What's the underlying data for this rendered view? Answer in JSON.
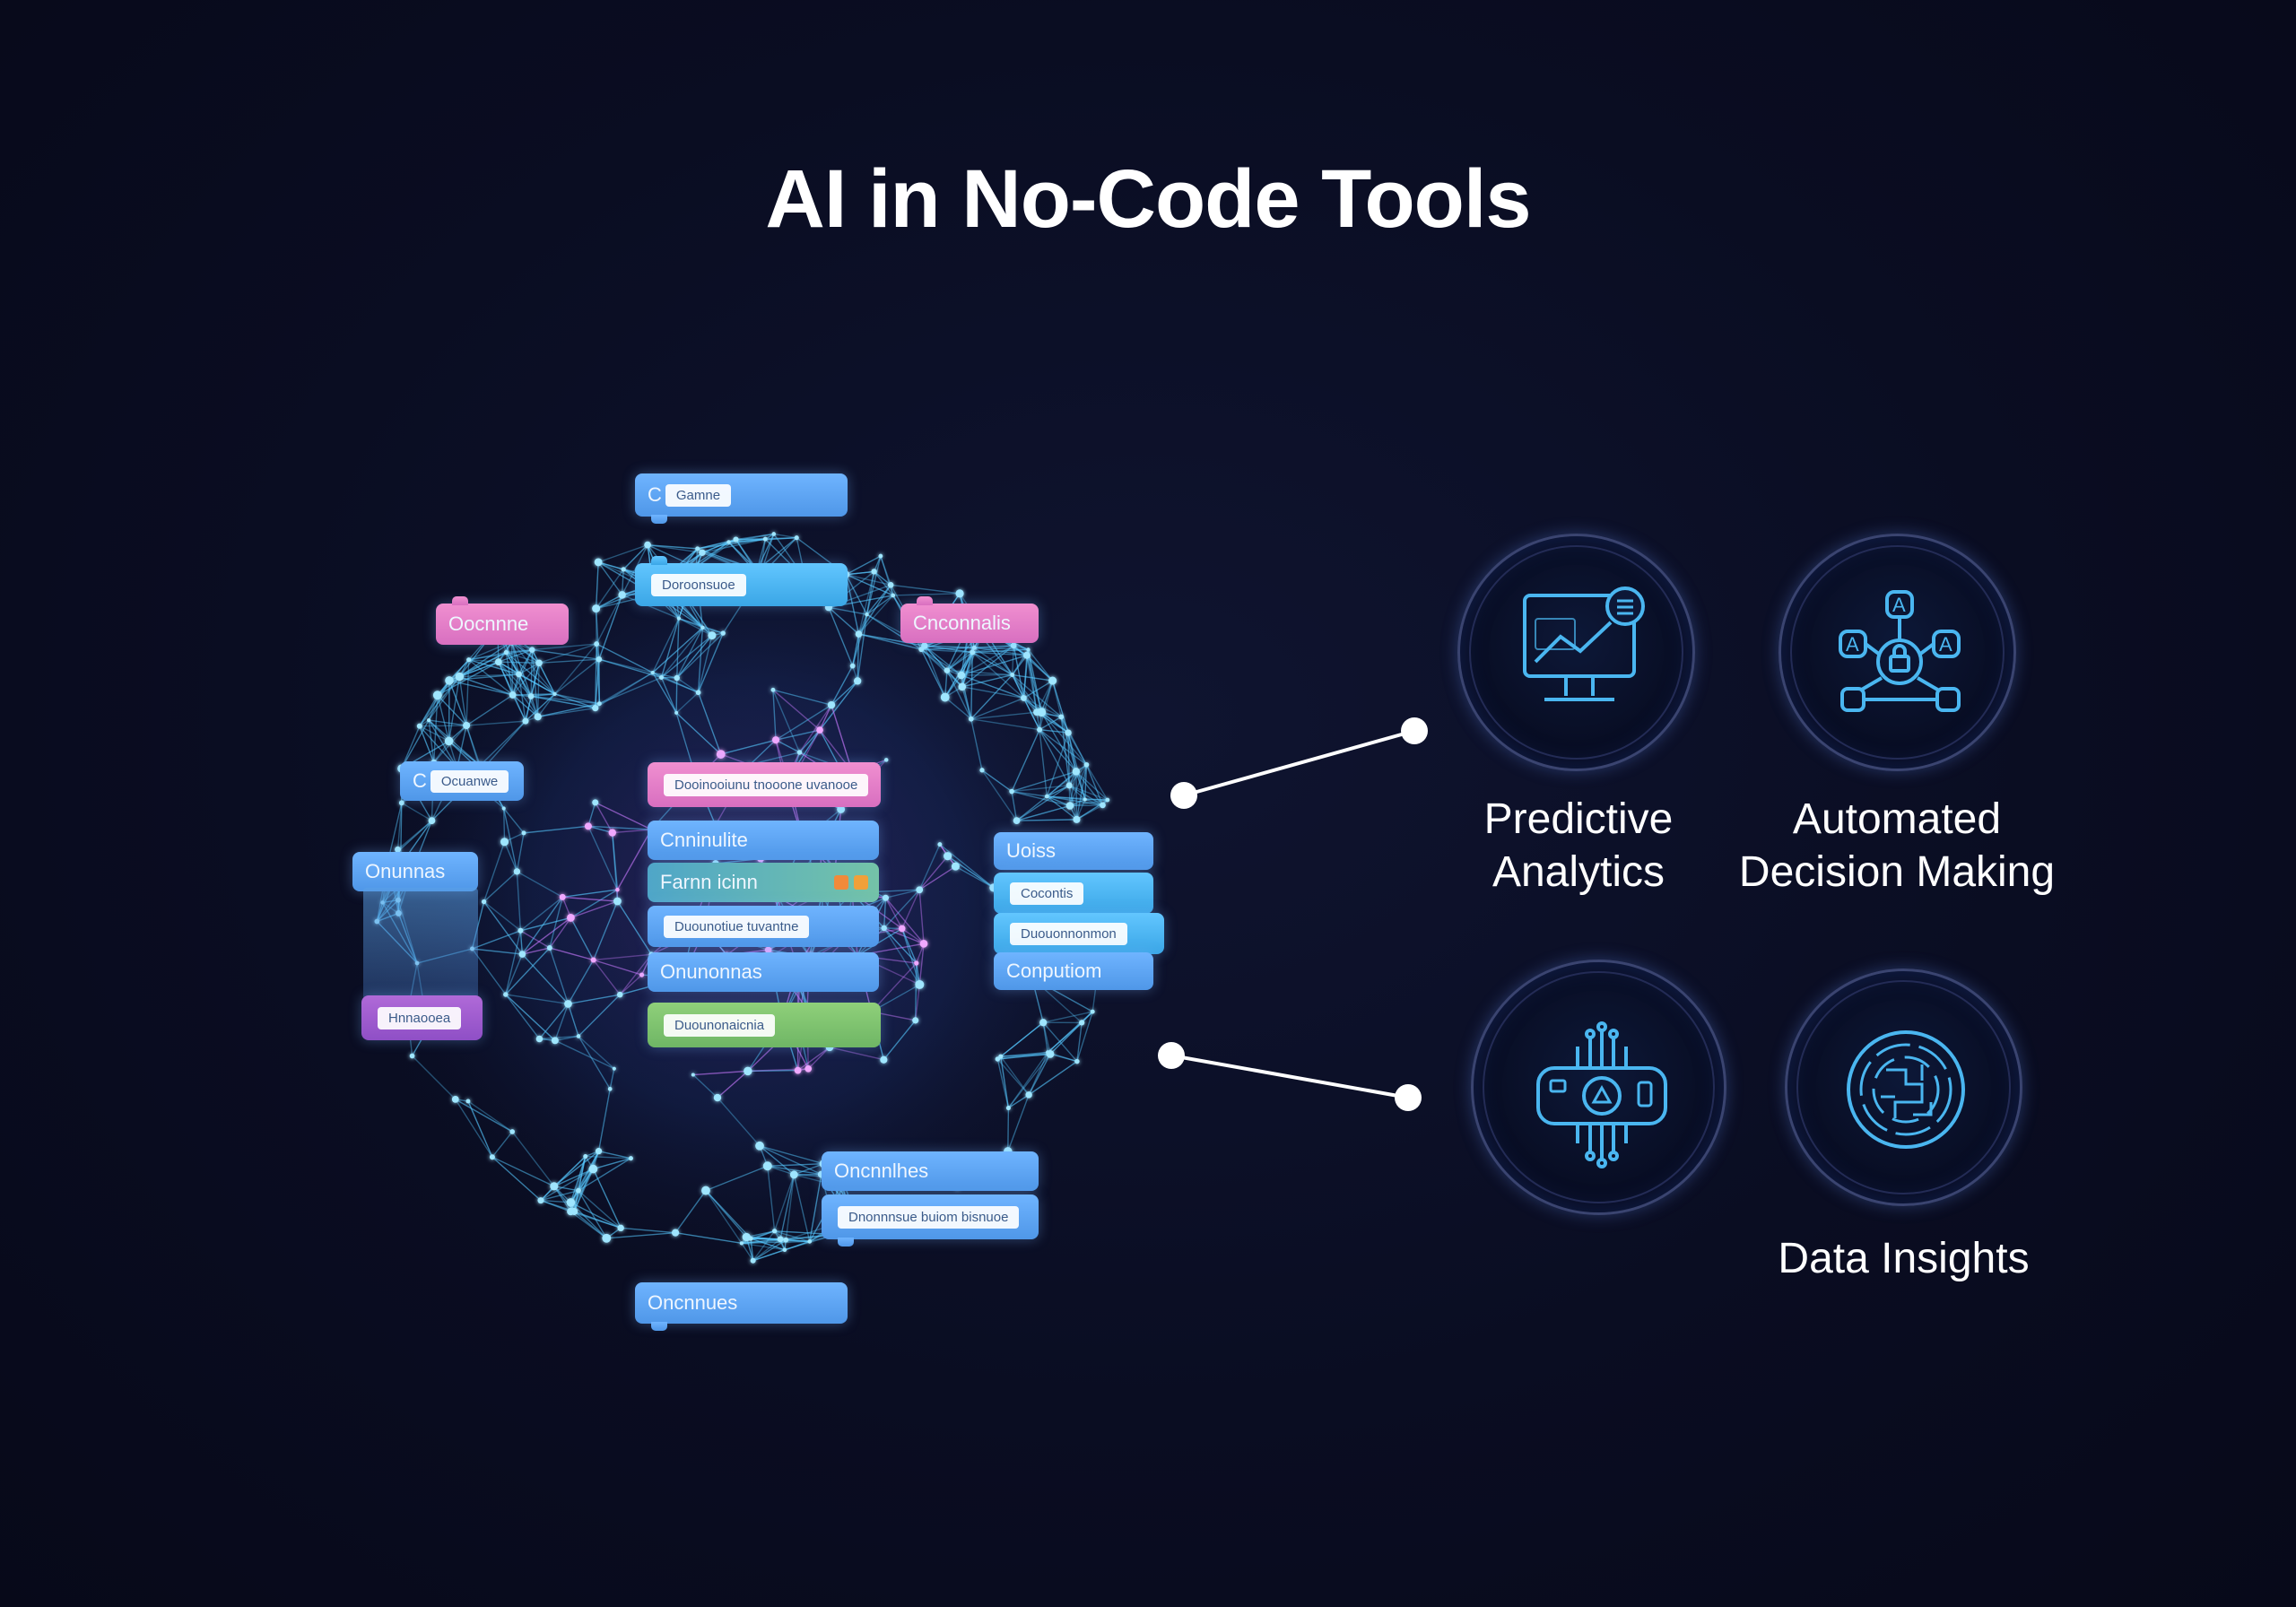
{
  "title": "AI in No-Code Tools",
  "features": {
    "predictive": {
      "line1": "Predictive",
      "line2": "Analytics",
      "icon": "monitor-chart-icon"
    },
    "automated": {
      "line1": "Automated",
      "line2": "Decision Making",
      "icon": "decision-network-icon"
    },
    "insights_icon": "chip-circuit-icon",
    "insights_icon2": "maze-brain-icon",
    "insights": {
      "label": "Data Insights"
    }
  },
  "blocks": {
    "b1": {
      "label": "C",
      "chip": "Gamne"
    },
    "b2": {
      "label": "",
      "chip": "Doroonsuoe"
    },
    "b3": {
      "label": "Oocnnne"
    },
    "b4": {
      "label": "Cnconnalis"
    },
    "b5": {
      "label": "C",
      "chip": "Ocuanwe"
    },
    "b6": {
      "label": "Onunnas"
    },
    "b7": {
      "label": "",
      "chip": "Hnnaooea"
    },
    "b8": {
      "label": "",
      "chip": "Dooinooiunu tnooone uvanooe"
    },
    "b9": {
      "label": "Cnninulite"
    },
    "b10": {
      "label": "Farnn icinn"
    },
    "b11": {
      "label": "",
      "chip": "Duounotiue tuvantne"
    },
    "b12": {
      "label": "Onunonnas"
    },
    "b13": {
      "label": "",
      "chip": "Duounonaicnia"
    },
    "b14": {
      "label": "Uoiss"
    },
    "b15": {
      "label": "",
      "chip": "Cocontis"
    },
    "b16": {
      "label": "",
      "chip": "Duouonnonmon"
    },
    "b17": {
      "label": "Conputiom"
    },
    "b18": {
      "label": "Oncnnlhes"
    },
    "b19": {
      "label": "",
      "chip": "Dnonnnsue buiom bisnuoe"
    },
    "b20": {
      "label": "Oncnnues"
    }
  }
}
